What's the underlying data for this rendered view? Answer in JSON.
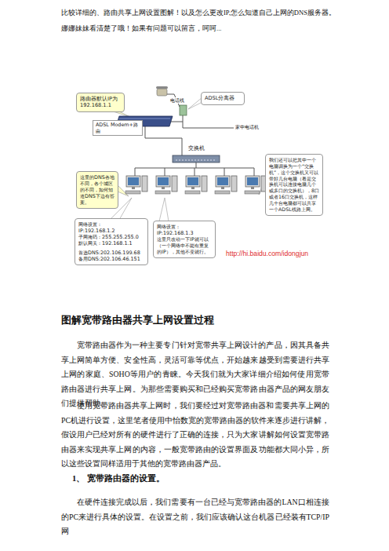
{
  "diagram": {
    "title": "图解宽带路由器共享上网设置过程",
    "nodes": [
      {
        "text": [
          "路由器默认IP为192.168.1.1"
        ]
      },
      {
        "text": [
          "ADSL Modem+路由"
        ]
      },
      {
        "text": [
          "ADSL分离器"
        ]
      },
      {
        "text": [
          "这里的DNS各地不同，各个城区的不同，如何知道DNS下边有答案。"
        ]
      },
      {
        "text": [
          "我们还可以把其中一个电脑调换为一个“交换机”，这个交换机又可以带好几台电脑（看是交换机可以连接电脑几个或多口的交换机），8口或者16口交换机，这样几十台电脑都可以共享一个ADSL线路上网。"
        ]
      },
      {
        "text": [
          "网络设置：",
          "IP:192.168.1.2",
          "子网掩码：255.255.255.0",
          "默认网关：192.168.1.1",
          "首选DNS:202.106.199.68",
          "备用DNS:202.106.46.151"
        ]
      },
      {
        "text": [
          "网络设置：",
          "IP:192.168.1.3",
          "这里只改动一下IP就可以（一个网络中不能有重复的IP），其他不变就行。"
        ]
      }
    ],
    "labels": [
      "比较详细的、路由共享上网设置图解！以及怎么更改IP,怎么知道自己上网的DNS服务器。",
      "娜娜妹妹看清楚了哦！如果有问题可以留言，呵呵...",
      "电话线",
      "家中电话机",
      "交换机",
      "http://hi.baidu.com/idongjun",
      "宽带路由器作为一种主要专门针对宽带共享上网设计的产品，因其具备共享上网简单方便、安全性高，灵活可靠等优点，开始越来越受到需要进行共享上网的家庭、SOHO等用户的青睐。今天我们就为大家详细介绍如何使用宽带路由器进行共享上网。为那些需要购买和已经购买宽带路由器产品的网友朋友们提供帮助。",
      "使用宽带路由器共享上网时，我们要经过对宽带路由器和需要共享上网的PC机进行设置，这里笔者使用中怡数宽的宽带路由器的软件来逐步进行讲解，假设用户已经对所有的硬件进行了正确的连接，只为大家讲解如何设置宽带路由器来实现共享上网的内容，一般宽带路由的设置界面及功能都大同小异，所以这些设置同样适用于其他的宽带路由器产品。",
      "1、 宽带路由器的设置。",
      "在硬件连接完成以后，我们需要有一台已经与宽带路由器的LAN口相连接的PC来进行具体的设置。在设置之前，我们应该确认这台机器已经装有TCP/IP网"
    ]
  }
}
